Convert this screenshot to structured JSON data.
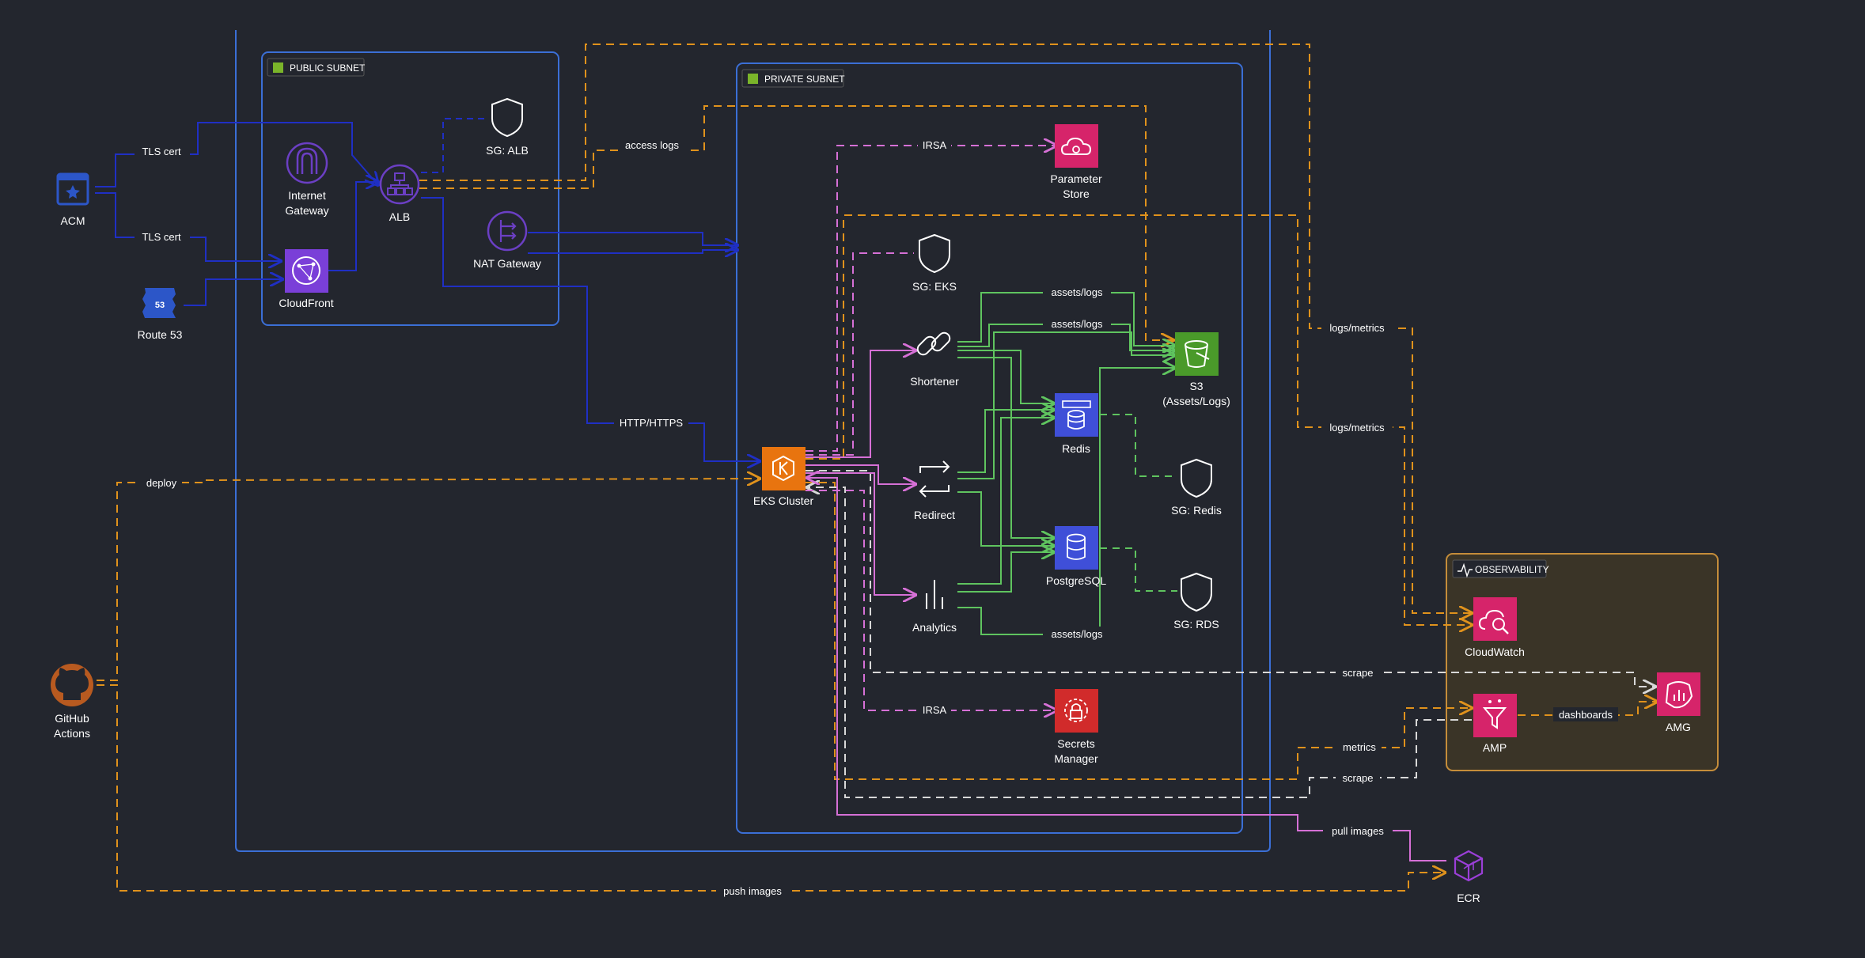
{
  "groups": {
    "public_subnet": "PUBLIC SUBNET",
    "private_subnet": "PRIVATE SUBNET",
    "observability": "OBSERVABILITY"
  },
  "nodes": {
    "acm": "ACM",
    "route53": "Route 53",
    "github_line1": "GitHub",
    "github_line2": "Actions",
    "internet_gateway_line1": "Internet",
    "internet_gateway_line2": "Gateway",
    "alb": "ALB",
    "cloudfront": "CloudFront",
    "sg_alb": "SG: ALB",
    "nat_gateway": "NAT Gateway",
    "eks_cluster": "EKS Cluster",
    "parameter_store_line1": "Parameter",
    "parameter_store_line2": "Store",
    "sg_eks": "SG: EKS",
    "shortener": "Shortener",
    "redirect": "Redirect",
    "analytics": "Analytics",
    "s3_line1": "S3",
    "s3_line2": "(Assets/Logs)",
    "redis": "Redis",
    "postgresql": "PostgreSQL",
    "sg_redis": "SG: Redis",
    "sg_rds": "SG: RDS",
    "secrets_manager_line1": "Secrets",
    "secrets_manager_line2": "Manager",
    "cloudwatch": "CloudWatch",
    "amp": "AMP",
    "amg": "AMG",
    "ecr": "ECR"
  },
  "edges": {
    "tls_cert_alb": "TLS cert",
    "tls_cert_cloudfront": "TLS cert",
    "access_logs": "access logs",
    "http_https": "HTTP/HTTPS",
    "deploy": "deploy",
    "irsa_parameter": "IRSA",
    "irsa_secrets": "IRSA",
    "assets_logs_1": "assets/logs",
    "assets_logs_2": "assets/logs",
    "assets_logs_3": "assets/logs",
    "logs_metrics_1": "logs/metrics",
    "logs_metrics_2": "logs/metrics",
    "scrape_1": "scrape",
    "scrape_2": "scrape",
    "metrics": "metrics",
    "dashboards": "dashboards",
    "pull_images": "pull images",
    "push_images": "push images"
  },
  "colors": {
    "background": "#23262e",
    "vpc_border": "#3b6fd6",
    "observability_border": "#c58d3a",
    "network_edge": "#1f2fc4",
    "orange_edge": "#e0921c",
    "pink_edge": "#d670d6",
    "green_edge": "#5fc45f",
    "white_edge": "#d8d8d8",
    "eks_fill": "#e8740f",
    "pink_service": "#d6246a",
    "red_service": "#d12b2b",
    "db_fill": "#3f4fd8",
    "s3_fill": "#4a9a2a",
    "cloudfront_fill": "#7a3fd8",
    "route53_fill": "#2c56c8",
    "github_fill": "#b85a20"
  }
}
